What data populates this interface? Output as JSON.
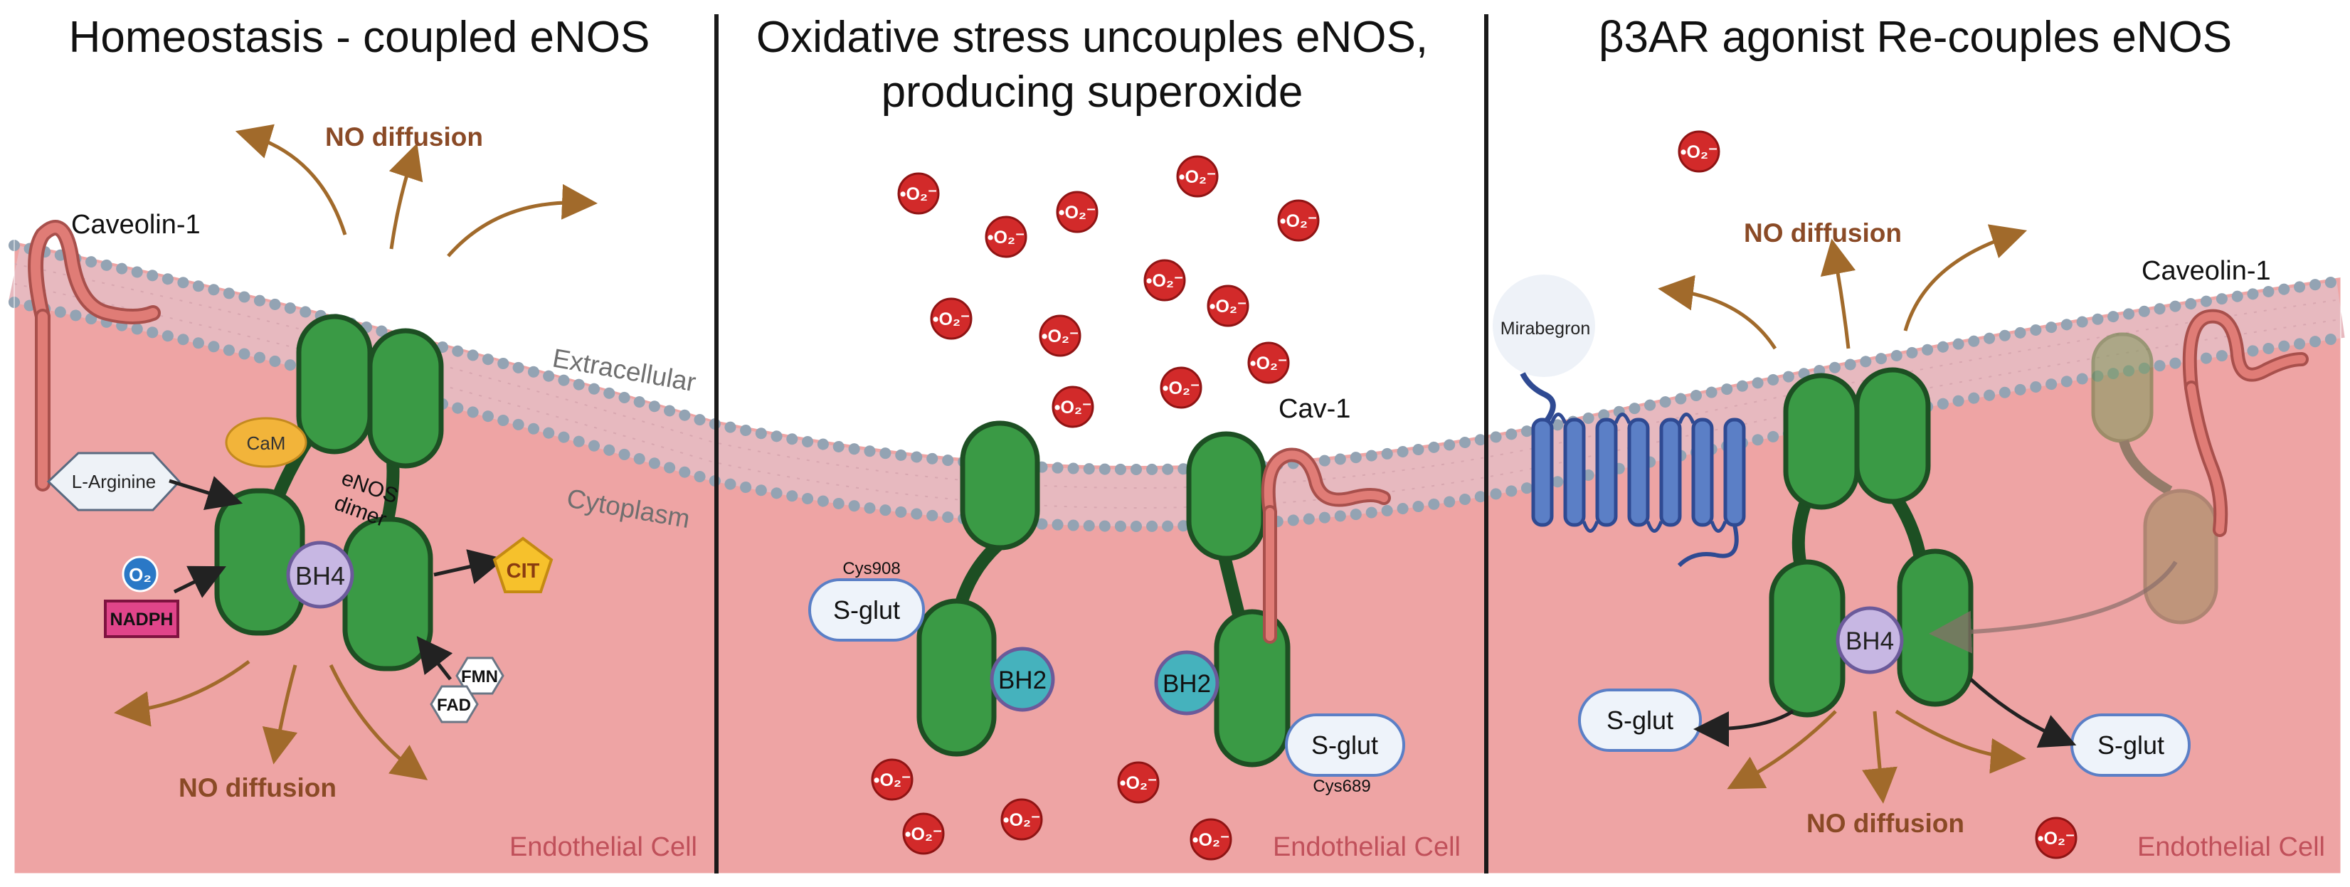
{
  "panels": [
    {
      "title_line1": "Homeostasis - coupled eNOS",
      "caveolin": "Caveolin-1",
      "extracellular": "Extracellular",
      "cytoplasm": "Cytoplasm",
      "cam": "CaM",
      "enos_dimer_line1": "eNOS",
      "enos_dimer_line2": "dimer",
      "l_arginine": "L-Arginine",
      "o2": "O₂",
      "nadph": "NADPH",
      "bh4": "BH4",
      "cit": "CIT",
      "fmn": "FMN",
      "fad": "FAD",
      "no_diffusion_top": "NO diffusion",
      "no_diffusion_bottom": "NO diffusion",
      "cell_label": "Endothelial Cell"
    },
    {
      "title_line1": "Oxidative stress uncouples eNOS,",
      "title_line2": "producing superoxide",
      "cav1": "Cav-1",
      "cys908": "Cys908",
      "sglut_left": "S-glut",
      "bh2_left": "BH2",
      "bh2_right": "BH2",
      "sglut_right": "S-glut",
      "cys689": "Cys689",
      "cell_label": "Endothelial Cell"
    },
    {
      "title_line1": "β3AR agonist Re-couples eNOS",
      "mirabegron": "Mirabegron",
      "caveolin": "Caveolin-1",
      "no_diffusion_top": "NO diffusion",
      "no_diffusion_bottom": "NO diffusion",
      "bh4": "BH4",
      "sglut_left": "S-glut",
      "sglut_right": "S-glut",
      "cell_label": "Endothelial Cell"
    }
  ],
  "superoxide_symbol": "•O₂⁻",
  "colors": {
    "cytoplasm": "#eea4a4",
    "membrane_head": "#93a3b3",
    "membrane_tail": "#e7b9bf",
    "enos": "#3a9a45",
    "enos_stroke": "#1d4f23",
    "bh4": "#c7b7e3",
    "bh2": "#45b2bd",
    "superoxide": "#d22a2a",
    "no_arrow": "#a16a2b",
    "cell_label": "#c0505a",
    "receptor": "#5b7fc6",
    "caveolin": "#e07c76"
  }
}
